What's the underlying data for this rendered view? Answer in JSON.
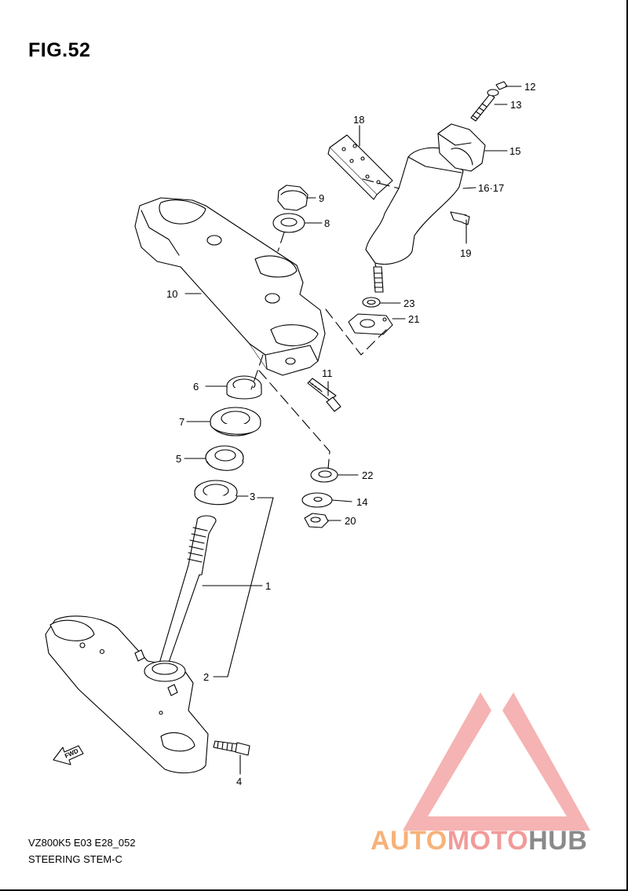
{
  "figure_title": "FIG.52",
  "footer": {
    "model_code": "VZ800K5 E03 E28_052",
    "section_name": "STEERING STEM-C"
  },
  "fwd_label": "FWD",
  "callouts": [
    {
      "id": "c1",
      "label": "1"
    },
    {
      "id": "c2",
      "label": "2"
    },
    {
      "id": "c3",
      "label": "3"
    },
    {
      "id": "c4",
      "label": "4"
    },
    {
      "id": "c5",
      "label": "5"
    },
    {
      "id": "c6",
      "label": "6"
    },
    {
      "id": "c7",
      "label": "7"
    },
    {
      "id": "c8",
      "label": "8"
    },
    {
      "id": "c9",
      "label": "9"
    },
    {
      "id": "c10",
      "label": "10"
    },
    {
      "id": "c11",
      "label": "11"
    },
    {
      "id": "c12",
      "label": "12"
    },
    {
      "id": "c13",
      "label": "13"
    },
    {
      "id": "c14",
      "label": "14"
    },
    {
      "id": "c15",
      "label": "15"
    },
    {
      "id": "c16",
      "label": "16·17"
    },
    {
      "id": "c18",
      "label": "18"
    },
    {
      "id": "c19",
      "label": "19"
    },
    {
      "id": "c20",
      "label": "20"
    },
    {
      "id": "c21",
      "label": "21"
    },
    {
      "id": "c22",
      "label": "22"
    },
    {
      "id": "c23",
      "label": "23"
    }
  ],
  "watermark": {
    "part1": "AUTO",
    "part2": "MOTO",
    "part3": "HUB",
    "colors": {
      "part1": "#f7b27a",
      "part2": "#f29a9a",
      "part3": "#8a8a8a",
      "logo": "#f08a8a"
    }
  }
}
